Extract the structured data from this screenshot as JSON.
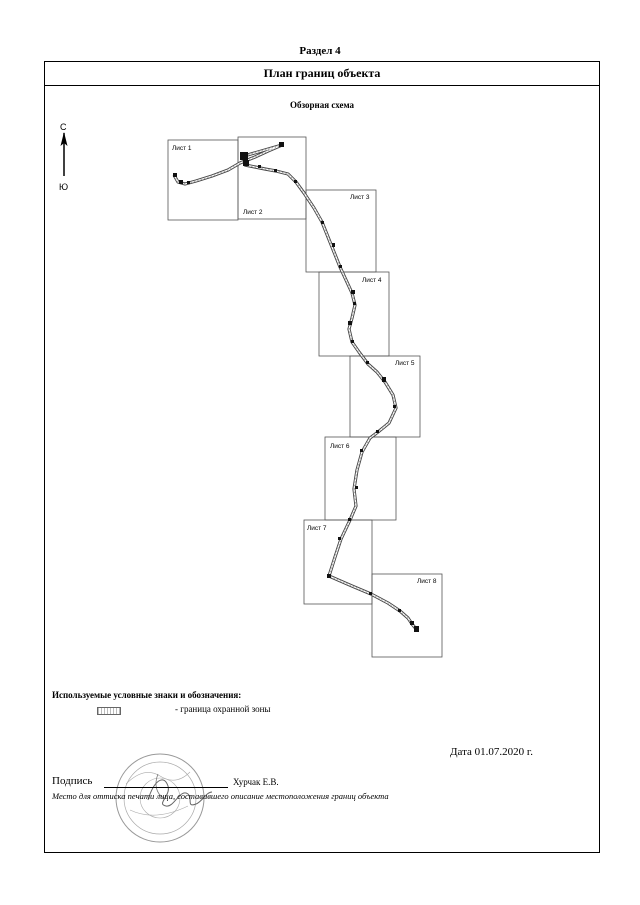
{
  "section_title": "Раздел 4",
  "header_title": "План границ объекта",
  "scheme_title": "Обзорная схема",
  "compass": {
    "north": "С",
    "south": "Ю"
  },
  "sheets": [
    "Лист 1",
    "Лист 2",
    "Лист 3",
    "Лист 4",
    "Лист 5",
    "Лист 6",
    "Лист 7",
    "Лист 8"
  ],
  "legend": {
    "title": "Используемые условные знаки и обозначения:",
    "item_label": "- граница  охранной зоны"
  },
  "date_text": "Дата 01.07.2020 г.",
  "signature": {
    "label": "Подпись",
    "name": "Хурчак Е.В.",
    "caption": "Место для оттиска печати лица, составившего описание местоположения границ объекта"
  }
}
